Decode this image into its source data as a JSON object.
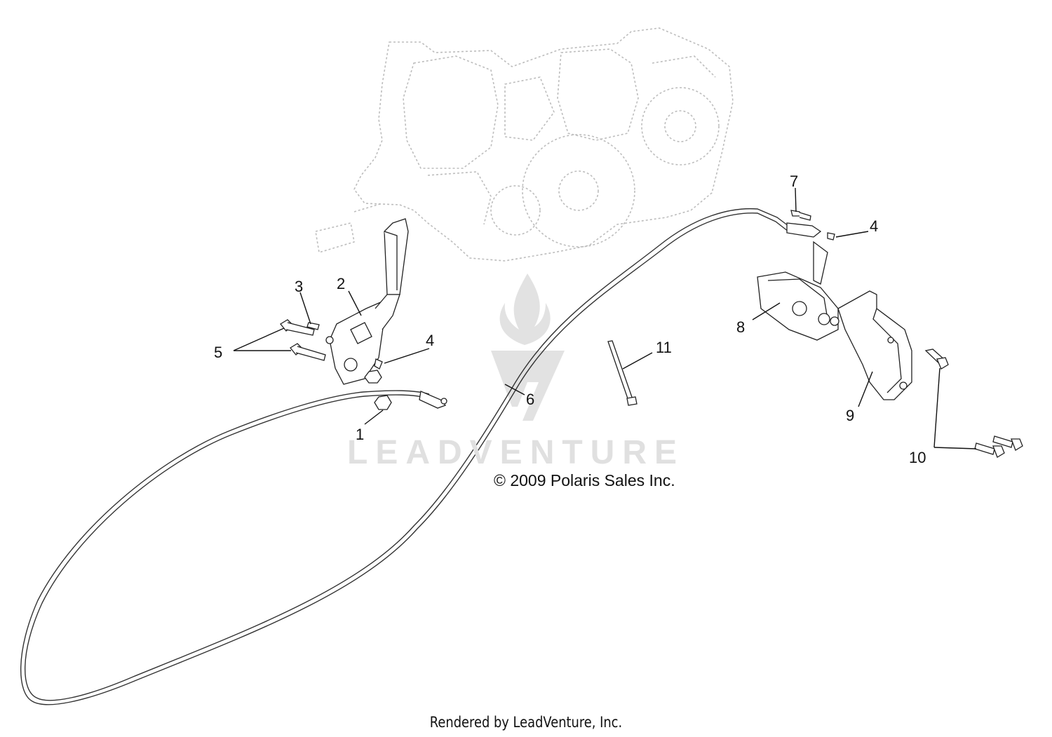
{
  "watermark": "LEADVENTURE",
  "copyright": "© 2009 Polaris Sales Inc.",
  "footer": "Rendered by LeadVenture, Inc.",
  "callouts": [
    "1",
    "2",
    "3",
    "4",
    "4",
    "5",
    "6",
    "7",
    "8",
    "9",
    "10",
    "11"
  ]
}
